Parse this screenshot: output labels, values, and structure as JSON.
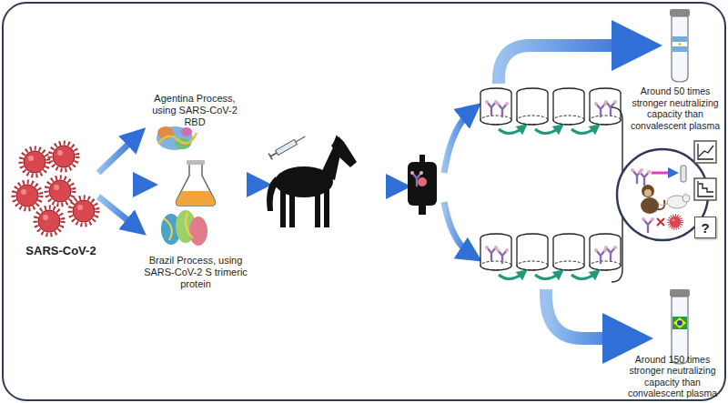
{
  "diagram": {
    "nodes": [
      {
        "text": [
          "?"
        ]
      }
    ],
    "labels": [
      "SARS-CoV-2",
      "Agentina Process, using SARS-CoV-2 RBD",
      "Brazil Process, using SARS-CoV-2 S trimeric protein",
      "Around 50 times stronger neutralizing capacity than convalescent plasma",
      "Around 150 times stronger neutralizing capacity than convalescent plasma"
    ]
  }
}
